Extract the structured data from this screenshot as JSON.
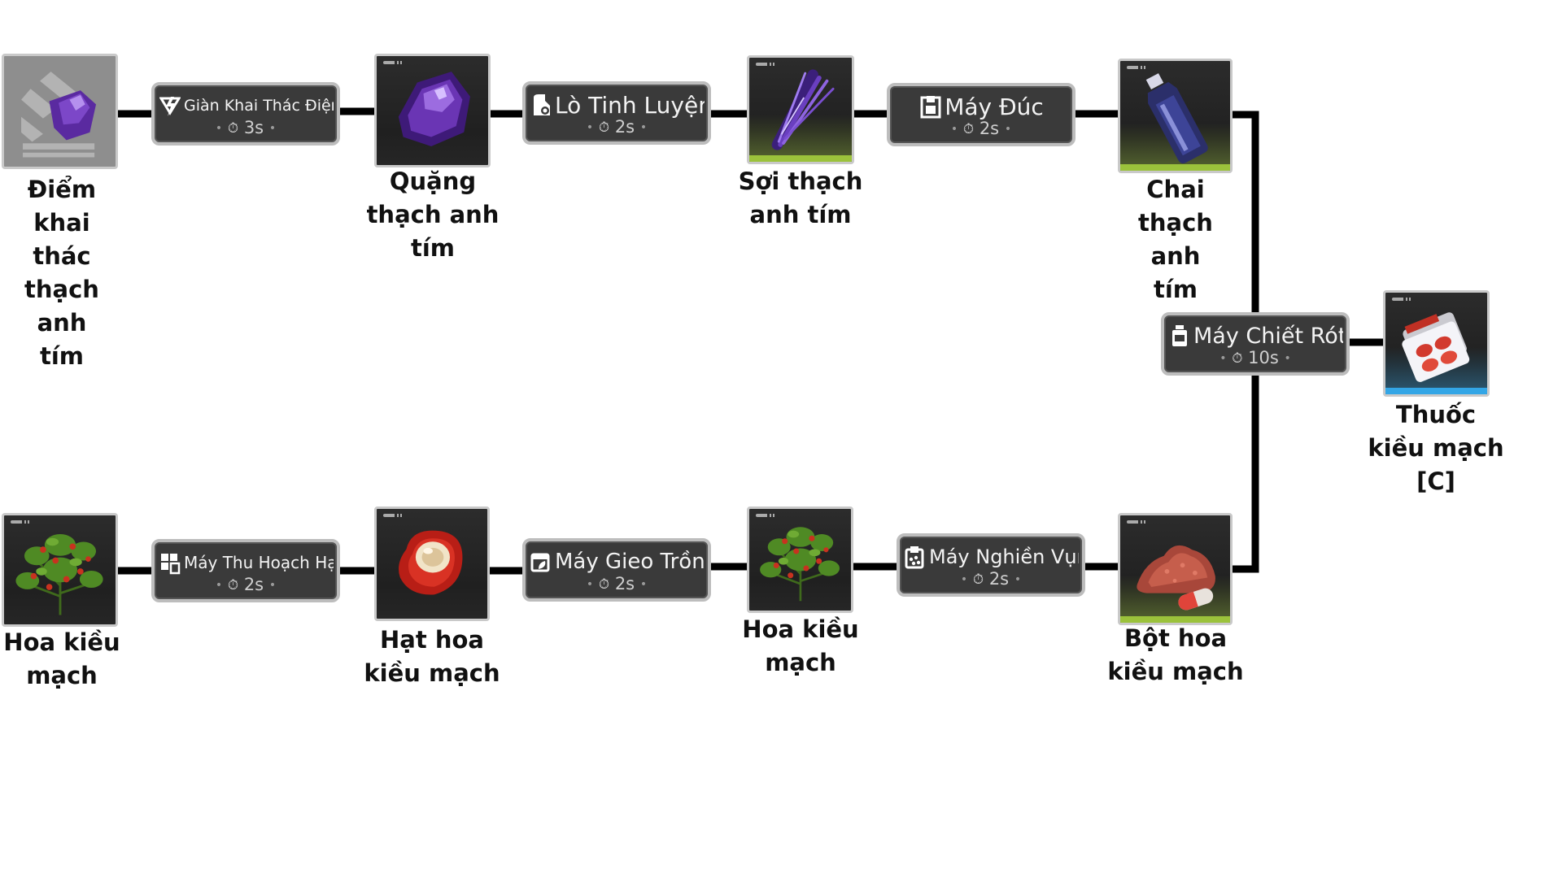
{
  "colors": {
    "connector": "#000000",
    "label_text": "#111111",
    "machine_bg": "#3a3a3a",
    "machine_border": "#bdbdbd",
    "rarity_green": "#9bc23b",
    "rarity_blue": "#33a6e6"
  },
  "items": [
    {
      "id": "amethyst-deposit",
      "label_lines": [
        "Điểm khai",
        "thác",
        "thạch anh",
        "tím"
      ],
      "art": "amethyst-deposit-icon",
      "rarity": "none"
    },
    {
      "id": "amethyst-ore",
      "label_lines": [
        "Quặng",
        "thạch anh",
        "tím"
      ],
      "art": "amethyst-ore-icon",
      "rarity": "none"
    },
    {
      "id": "amethyst-fiber",
      "label_lines": [
        "Sợi thạch",
        "anh tím"
      ],
      "art": "amethyst-fiber-icon",
      "rarity": "green"
    },
    {
      "id": "amethyst-bottle",
      "label_lines": [
        "Chai",
        "thạch anh",
        "tím"
      ],
      "art": "amethyst-bottle-icon",
      "rarity": "green"
    },
    {
      "id": "buckwheat-medicine",
      "label_lines": [
        "Thuốc",
        "kiều mạch",
        "[C]"
      ],
      "art": "medicine-pack-icon",
      "rarity": "blue"
    },
    {
      "id": "buckwheat-flower-1",
      "label_lines": [
        "Hoa kiều",
        "mạch"
      ],
      "art": "buckwheat-plant-icon",
      "rarity": "none"
    },
    {
      "id": "buckwheat-seed",
      "label_lines": [
        "Hạt hoa",
        "kiều mạch"
      ],
      "art": "buckwheat-seed-icon",
      "rarity": "none"
    },
    {
      "id": "buckwheat-flower-2",
      "label_lines": [
        "Hoa kiều",
        "mạch"
      ],
      "art": "buckwheat-plant-icon",
      "rarity": "none"
    },
    {
      "id": "buckwheat-powder",
      "label_lines": [
        "Bột hoa",
        "kiều mạch"
      ],
      "art": "buckwheat-powder-icon",
      "rarity": "green"
    }
  ],
  "machines": [
    {
      "id": "electric-mining-rig",
      "name": "Giàn Khai Thác Điện",
      "time": "3s",
      "icon": "mining-rig-icon"
    },
    {
      "id": "refining-furnace",
      "name": "Lò Tinh Luyện",
      "time": "2s",
      "icon": "furnace-icon"
    },
    {
      "id": "casting-machine",
      "name": "Máy Đúc",
      "time": "2s",
      "icon": "casting-machine-icon"
    },
    {
      "id": "filling-machine",
      "name": "Máy Chiết Rót",
      "time": "10s",
      "icon": "filling-machine-icon"
    },
    {
      "id": "seed-harvester",
      "name": "Máy Thu Hoạch Hạt",
      "time": "2s",
      "icon": "harvester-icon"
    },
    {
      "id": "planter",
      "name": "Máy Gieo Trồng",
      "time": "2s",
      "icon": "planter-icon"
    },
    {
      "id": "grinder",
      "name": "Máy Nghiền Vụn",
      "time": "2s",
      "icon": "grinder-icon"
    }
  ]
}
